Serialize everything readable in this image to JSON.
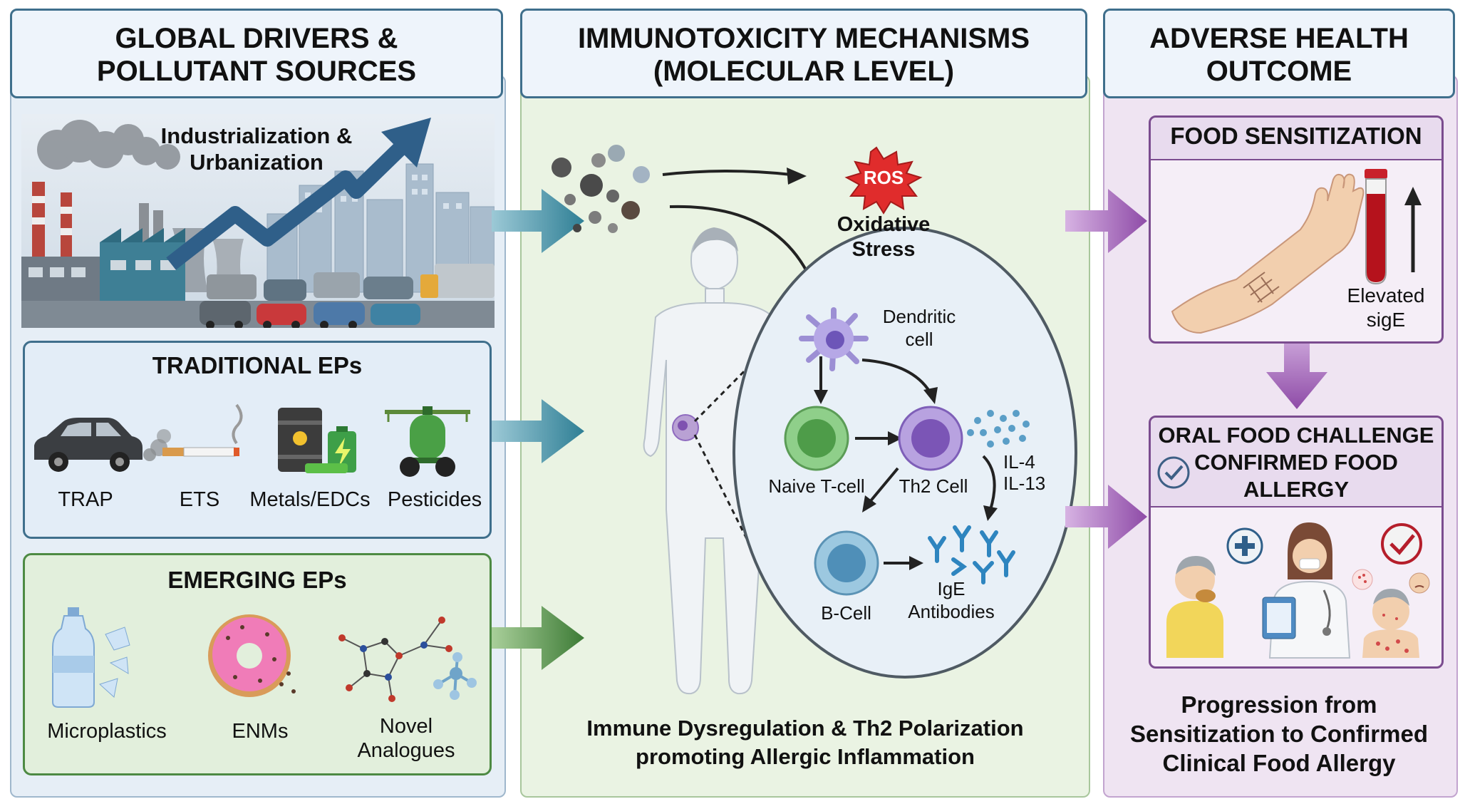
{
  "columns": {
    "left_title": [
      "GLOBAL DRIVERS &",
      "POLLUTANT SOURCES"
    ],
    "middle_title": [
      "IMMUNOTOXICITY MECHANISMS",
      "(MOLECULAR LEVEL)"
    ],
    "right_title": [
      "ADVERSE HEALTH",
      "OUTCOME"
    ]
  },
  "drivers": {
    "label": [
      "Industrialization &",
      "Urbanization"
    ]
  },
  "traditional": {
    "title": "TRADITIONAL EPs",
    "items": [
      "TRAP",
      "ETS",
      "Metals/EDCs",
      "Pesticides"
    ]
  },
  "emerging": {
    "title": "EMERGING EPs",
    "items": [
      "Microplastics",
      "ENMs",
      [
        "Novel",
        "Analogues"
      ]
    ]
  },
  "mechanism": {
    "ros": "ROS",
    "oxidative": [
      "Oxidative",
      "Stress"
    ],
    "dendritic": [
      "Dendritic",
      "cell"
    ],
    "naive": "Naive T-cell",
    "th2": "Th2 Cell",
    "cytokines": [
      "IL-4",
      "IL-13"
    ],
    "bcell": "B-Cell",
    "ige": [
      "IgE",
      "Antibodies"
    ],
    "caption": [
      "Immune Dysregulation & Th2 Polarization",
      "promoting Allergic Inflammation"
    ]
  },
  "outcome": {
    "sensitization_title": "FOOD SENSITIZATION",
    "elevated": [
      "Elevated",
      "sigE"
    ],
    "ofc_title": [
      "ORAL FOOD CHALLENGE",
      "CONFIRMED FOOD",
      "ALLERGY"
    ],
    "progression": [
      "Progression from",
      "Sensitization to Confirmed",
      "Clinical Food Allergy"
    ]
  },
  "colors": {
    "header_fill": "#eef4fb",
    "header_border": "#3f6f8c",
    "left_panel": "#e6eef6",
    "middle_panel": "#eaf3e3",
    "right_panel": "#efe4f2",
    "teal_arrow": "#2f7f95",
    "green_arrow": "#3d7b36",
    "purple_arrow": "#8e4ba7",
    "ros_red": "#e02c2c"
  }
}
